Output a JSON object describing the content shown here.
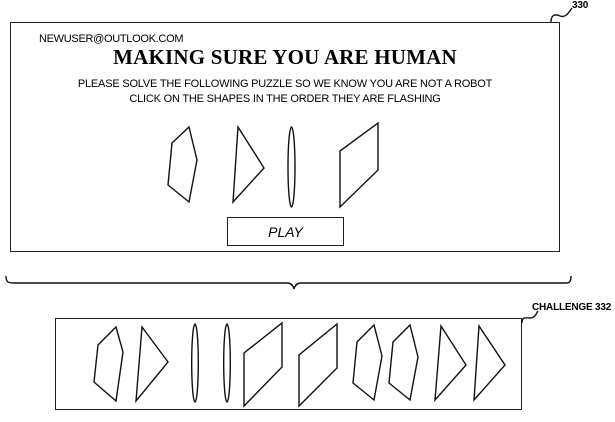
{
  "figure": {
    "main_ref": "330",
    "challenge_ref": "CHALLENGE 332"
  },
  "captcha": {
    "user_email": "NEWUSER@OUTLOOK.COM",
    "title": "MAKING SURE YOU ARE HUMAN",
    "instruction_line1": "PLEASE SOLVE THE FOLLOWING PUZZLE SO WE KNOW YOU ARE NOT A ROBOT",
    "instruction_line2": "CLICK ON THE SHAPES IN THE ORDER THEY ARE FLASHING",
    "shapes": [
      "pentagon",
      "triangle",
      "ellipse",
      "parallelogram"
    ],
    "play_label": "PLAY"
  },
  "challenge": {
    "sequence": [
      "pentagon",
      "triangle",
      "ellipse",
      "ellipse",
      "parallelogram",
      "parallelogram",
      "pentagon",
      "pentagon",
      "triangle",
      "triangle"
    ]
  }
}
